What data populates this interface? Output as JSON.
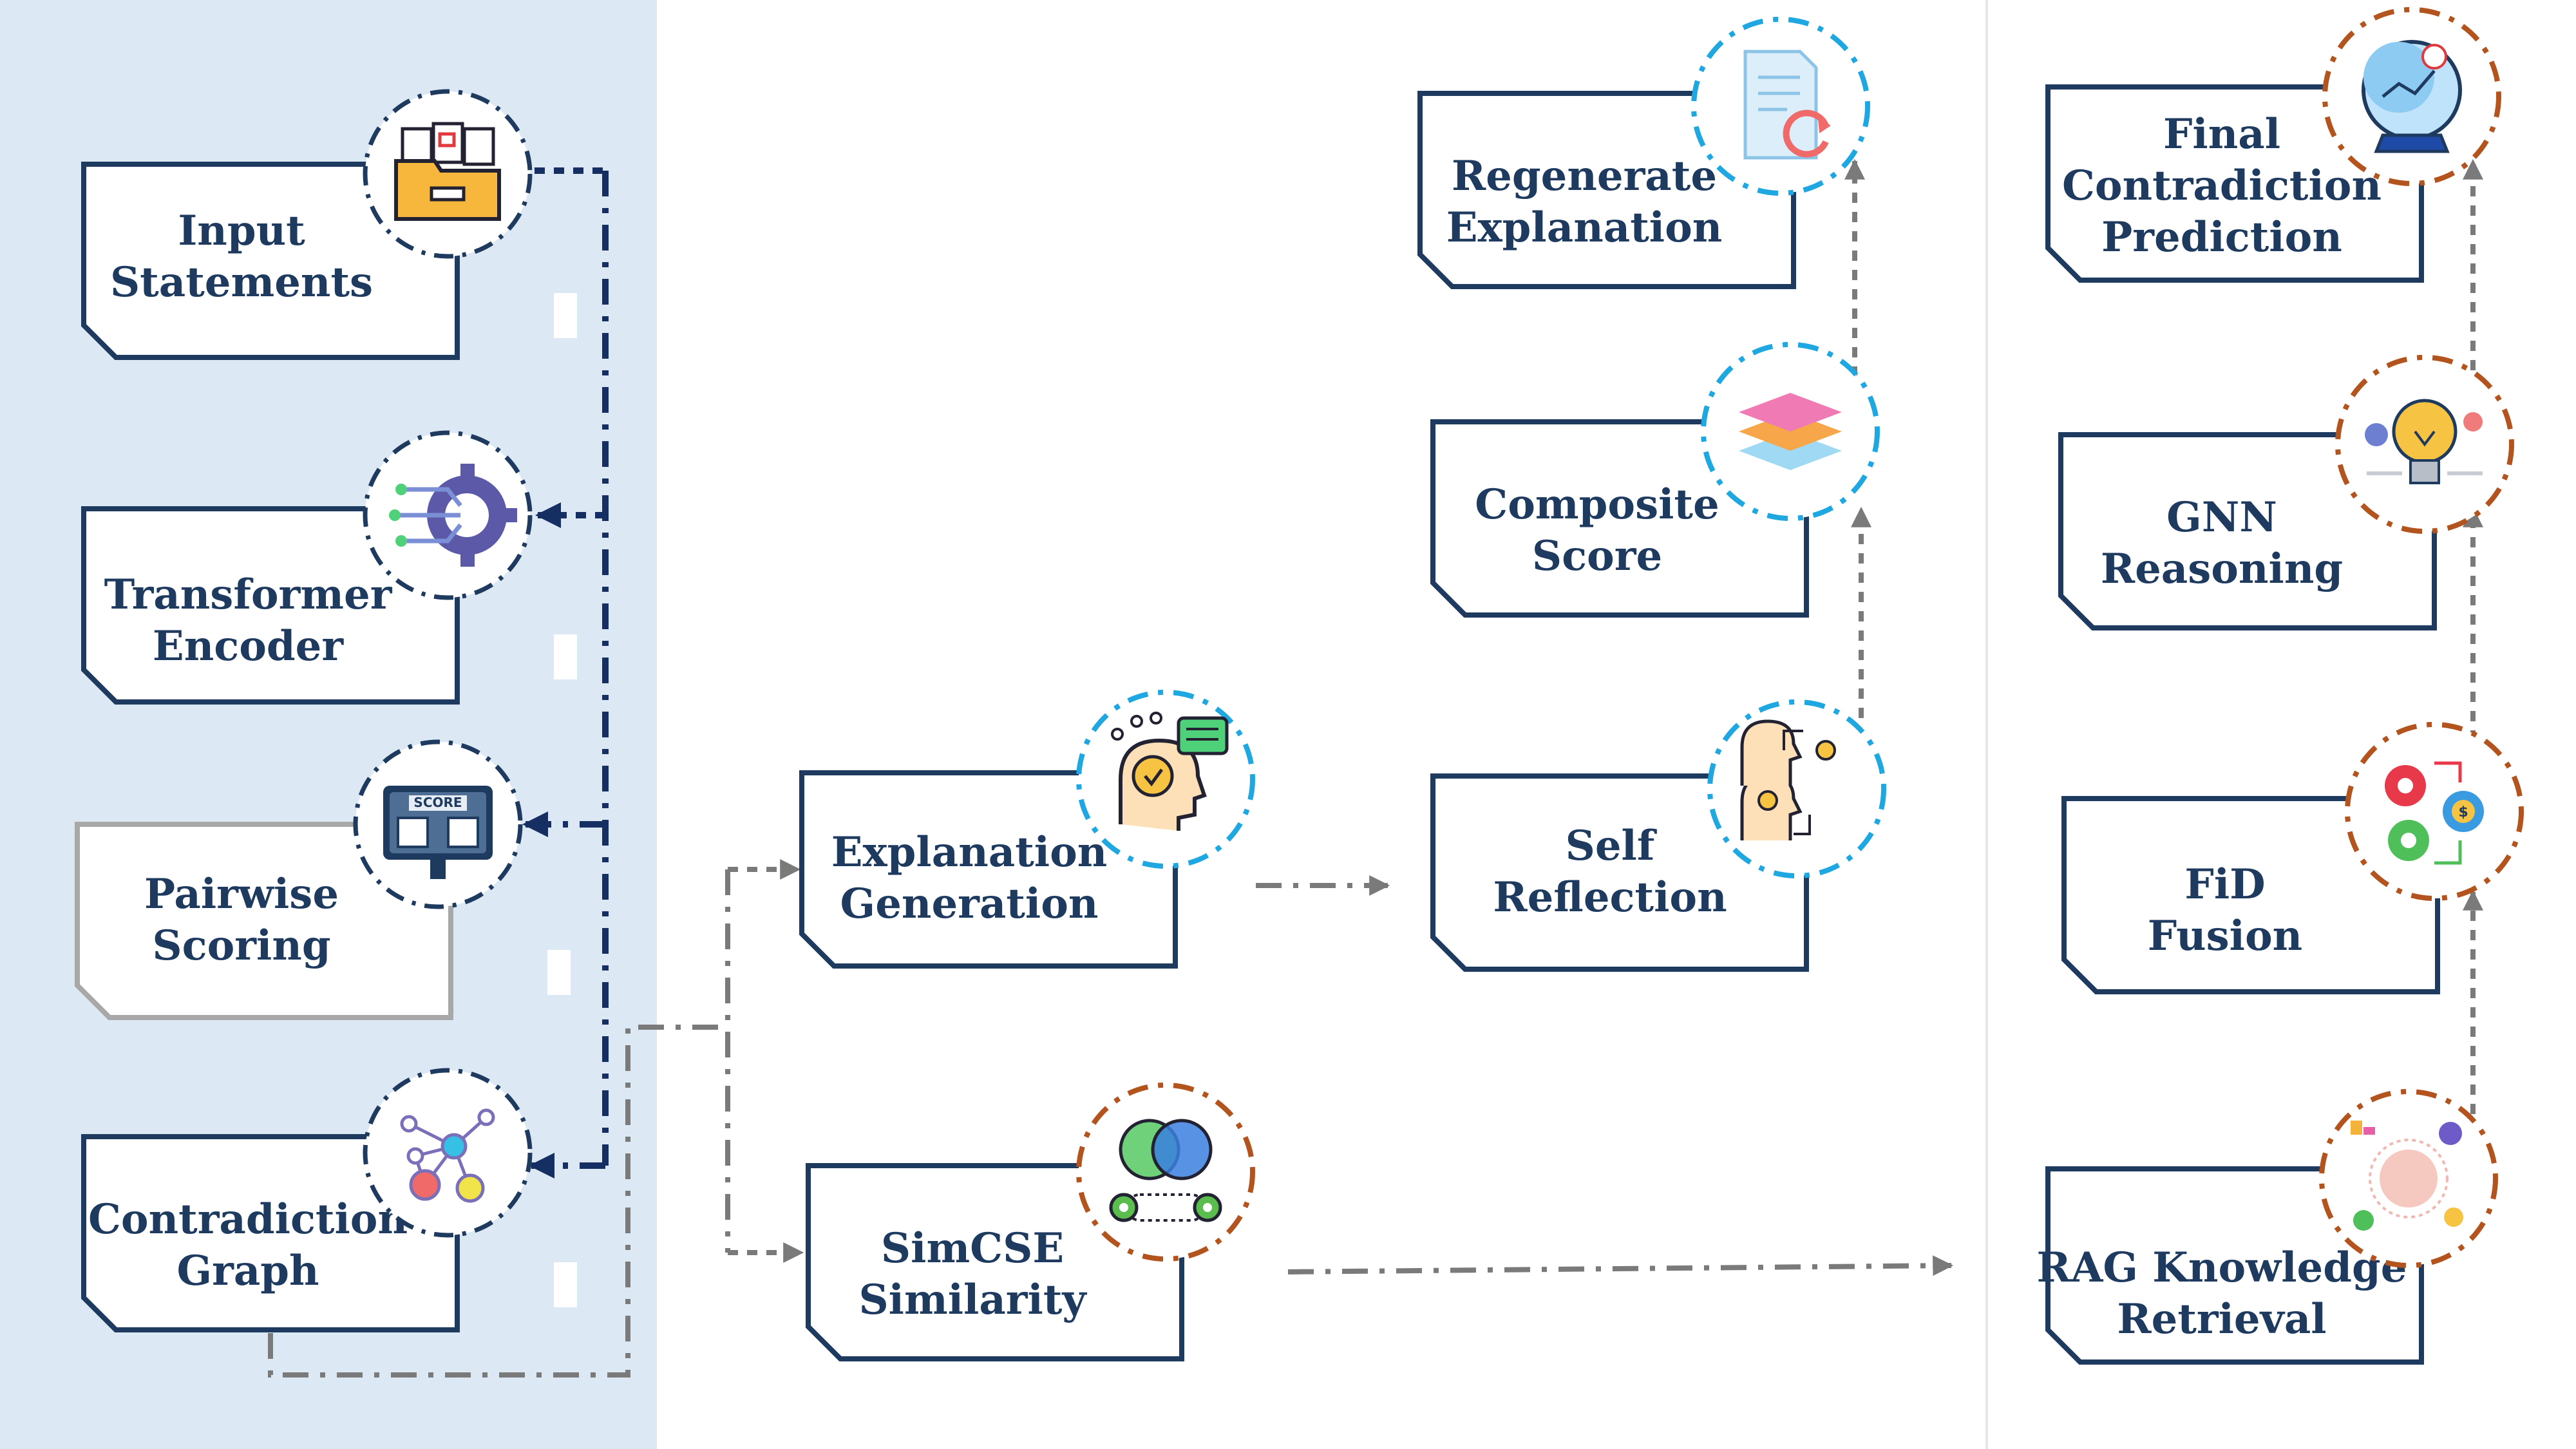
{
  "colors": {
    "left_panel_bg": "#dde8f5",
    "box_border": "#1f3a5f",
    "box_border_muted": "#a8a8a8",
    "text": "#1f3a5f",
    "dash_dark": "#152f63",
    "dash_gray": "#7a7a7a",
    "ring_blue": "#1ea7e1",
    "ring_orange": "#b3541e",
    "ring_navy": "#1f3a5f"
  },
  "boxes": {
    "input_statements": [
      "Input",
      "Statements"
    ],
    "transformer_encoder": [
      "Transformer",
      "Encoder"
    ],
    "pairwise_scoring": [
      "Pairwise",
      "Scoring"
    ],
    "contradiction_graph": [
      "Contradiction",
      "Graph"
    ],
    "explanation_generation": [
      "Explanation",
      "Generation"
    ],
    "simcse_similarity": [
      "SimCSE",
      "Similarity"
    ],
    "regenerate_explanation": [
      "Regenerate",
      "Explanation"
    ],
    "composite_score": [
      "Composite",
      "Score"
    ],
    "self_reflection": [
      "Self",
      "Reflection"
    ],
    "final_prediction": [
      "Final",
      "Contradiction",
      "Prediction"
    ],
    "gnn_reasoning": [
      "GNN",
      "Reasoning"
    ],
    "fid_fusion": [
      "FiD",
      "Fusion"
    ],
    "rag_retrieval": [
      "RAG Knowledge",
      "Retrieval"
    ]
  },
  "icons": {
    "input_statements": "folder-documents-icon",
    "transformer_encoder": "gear-circuit-icon",
    "pairwise_scoring": "scoreboard-icon",
    "contradiction_graph": "node-graph-icon",
    "explanation_generation": "head-gear-chat-icon",
    "simcse_similarity": "venn-gears-icon",
    "regenerate_explanation": "document-refresh-icon",
    "composite_score": "layers-icon",
    "self_reflection": "heads-lightbulb-icon",
    "final_prediction": "crystal-ball-icon",
    "gnn_reasoning": "lightbulb-gears-icon",
    "fid_fusion": "gears-dollar-icon",
    "rag_retrieval": "brain-network-icon"
  }
}
